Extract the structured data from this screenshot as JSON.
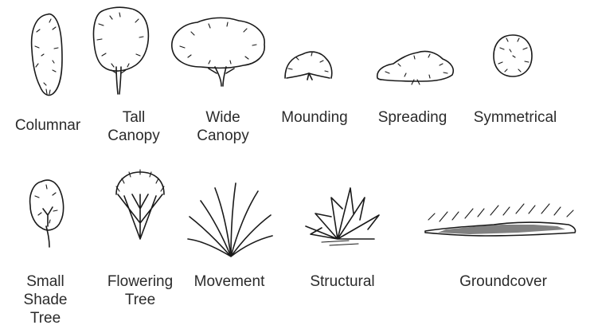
{
  "row1": [
    {
      "id": "columnar",
      "lines": [
        "Columnar"
      ]
    },
    {
      "id": "tall-canopy",
      "lines": [
        "Tall",
        "Canopy"
      ]
    },
    {
      "id": "wide-canopy",
      "lines": [
        "Wide",
        "Canopy"
      ]
    },
    {
      "id": "mounding",
      "lines": [
        "Mounding"
      ]
    },
    {
      "id": "spreading",
      "lines": [
        "Spreading"
      ]
    },
    {
      "id": "symmetrical",
      "lines": [
        "Symmetrical"
      ]
    }
  ],
  "row2": [
    {
      "id": "small-shade-tree",
      "lines": [
        "Small",
        "Shade",
        "Tree"
      ]
    },
    {
      "id": "flowering-tree",
      "lines": [
        "Flowering",
        "Tree"
      ]
    },
    {
      "id": "movement",
      "lines": [
        "Movement"
      ]
    },
    {
      "id": "structural",
      "lines": [
        "Structural"
      ]
    },
    {
      "id": "groundcover",
      "lines": [
        "Groundcover"
      ]
    }
  ],
  "colors": {
    "ink": "#1a1a1a",
    "text": "#2b2b2b",
    "background": "#ffffff"
  }
}
